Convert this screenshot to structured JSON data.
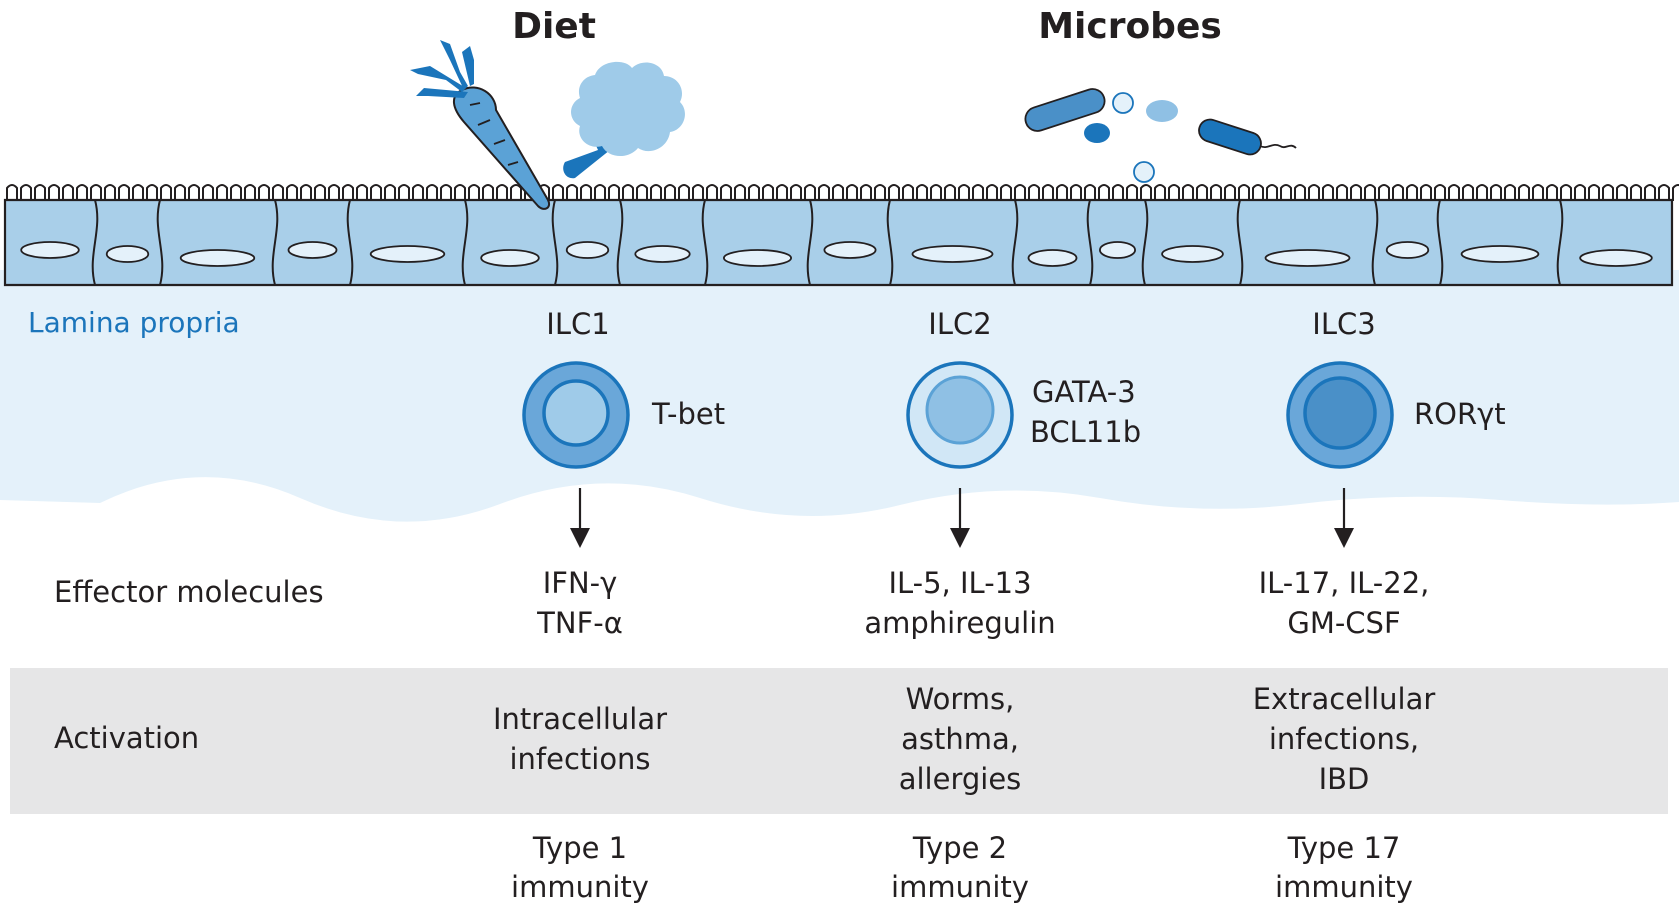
{
  "titles": {
    "diet": "Diet",
    "microbes": "Microbes"
  },
  "lamina_propria": "Lamina propria",
  "row_labels": {
    "effector": "Effector molecules",
    "activation": "Activation"
  },
  "ilc1": {
    "name": "ILC1",
    "transcription_factor": "T-bet",
    "effector_1": "IFN-γ",
    "effector_2": "TNF-α",
    "activation_1": "Intracellular",
    "activation_2": "infections",
    "immunity_1": "Type 1",
    "immunity_2": "immunity"
  },
  "ilc2": {
    "name": "ILC2",
    "transcription_factor_1": "GATA-3",
    "transcription_factor_2": "BCL11b",
    "effector_1": "IL-5, IL-13",
    "effector_2": "amphiregulin",
    "activation_1": "Worms,",
    "activation_2": "asthma,",
    "activation_3": "allergies",
    "immunity_1": "Type 2",
    "immunity_2": "immunity"
  },
  "ilc3": {
    "name": "ILC3",
    "transcription_factor": "RORγt",
    "effector_1": "IL-17, IL-22,",
    "effector_2": "GM-CSF",
    "activation_1": "Extracellular",
    "activation_2": "infections,",
    "activation_3": "IBD",
    "immunity_1": "Type 17",
    "immunity_2": "immunity"
  },
  "colors": {
    "epithelium_fill": "#a9cfe9",
    "lamina_fill": "#e4f1fa",
    "outline": "#231f20",
    "blue_dark": "#1b75bb",
    "blue_mid": "#4a90c8",
    "blue_light": "#9fcbe9",
    "grey_band": "#e6e6e7",
    "lamina_text": "#1b75bb"
  }
}
